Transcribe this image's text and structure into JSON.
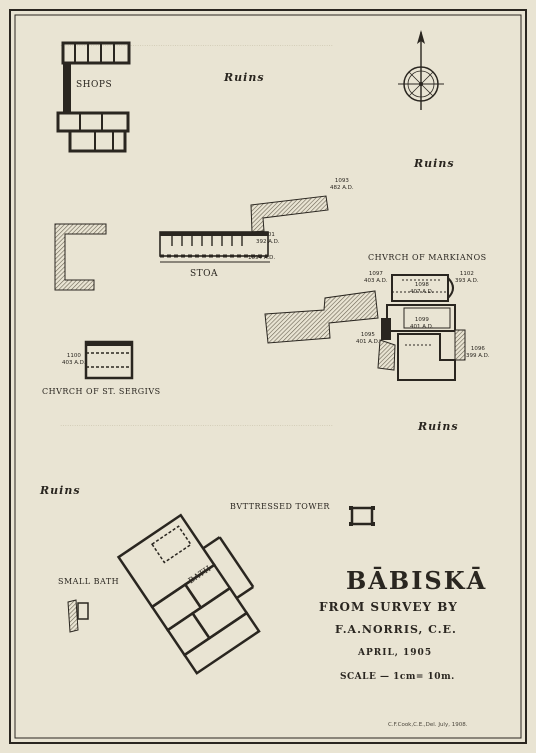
{
  "map": {
    "title": "BĀBISKĀ",
    "subtitle": "FROM SURVEY BY",
    "surveyor": "F.A.NORRIS, C.E.",
    "date": "APRIL, 1905",
    "scale": "SCALE — 1cm= 10m.",
    "credit": "C.F.Cook,C.E.,Del.   July, 1908."
  },
  "labels": {
    "shops": "SHOPS",
    "stoa": "STOA",
    "church_markianos": "CHVRCH OF MARKIANOS",
    "church_sergius": "CHVRCH OF ST. SERGIVS",
    "buttressed_tower": "BVTTRESSED TOWER",
    "bath": "BATH",
    "small_bath": "SMALL BATH"
  },
  "ruins": [
    "Ruins",
    "Ruins",
    "Ruins",
    "Ruins"
  ],
  "dates": {
    "d1093": "1093\n482 A.D.",
    "d1094": "1094 A.D.",
    "d1097": "1097\n403 A.D.",
    "d1098": "1098\n407 A.D.",
    "d1099": "1099\n401 A.D.",
    "d1095": "1095\n401 A.D.",
    "d1096": "1096\n399 A.D.",
    "d1100": "1100\n403 A.D.",
    "d1101": "1101\n392 A.D.",
    "d1102": "1102\n393 A.D."
  },
  "colors": {
    "paper": "#e9e4d3",
    "ink": "#2a2620",
    "hatch": "#6b6454"
  }
}
